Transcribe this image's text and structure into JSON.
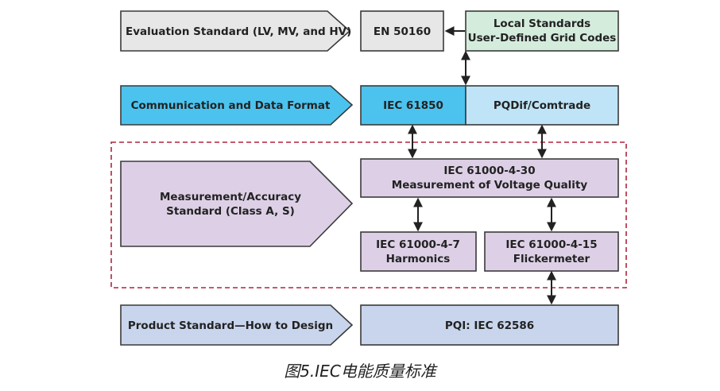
{
  "colors": {
    "gray": "#e7e7e8",
    "green": "#d4ecdc",
    "cyan": "#4cc3ee",
    "light_blue": "#bfe3f7",
    "lavender": "#ddd0e6",
    "pale_blue": "#c8d5ec",
    "border": "#3a3a3a",
    "dashed_frame": "#b0243c"
  },
  "rows": {
    "evaluation": {
      "label": "Evaluation Standard (LV, MV, and HV)",
      "en_box": "EN 50160",
      "local_line1": "Local Standards",
      "local_line2": "User-Defined Grid Codes"
    },
    "communication": {
      "label": "Communication and Data Format",
      "iec_box": "IEC 61850",
      "pqdif_box": "PQDif/Comtrade"
    },
    "measurement": {
      "label_line1": "Measurement/Accuracy",
      "label_line2": "Standard (Class A, S)",
      "top_line1": "IEC 61000-4-30",
      "top_line2": "Measurement of Voltage Quality",
      "left_line1": "IEC 61000-4-7",
      "left_line2": "Harmonics",
      "right_line1": "IEC 61000-4-15",
      "right_line2": "Flickermeter"
    },
    "product": {
      "label": "Product Standard—How to Design",
      "pqi_box": "PQI: IEC 62586"
    }
  },
  "caption": "图5.IEC电能质量标准"
}
